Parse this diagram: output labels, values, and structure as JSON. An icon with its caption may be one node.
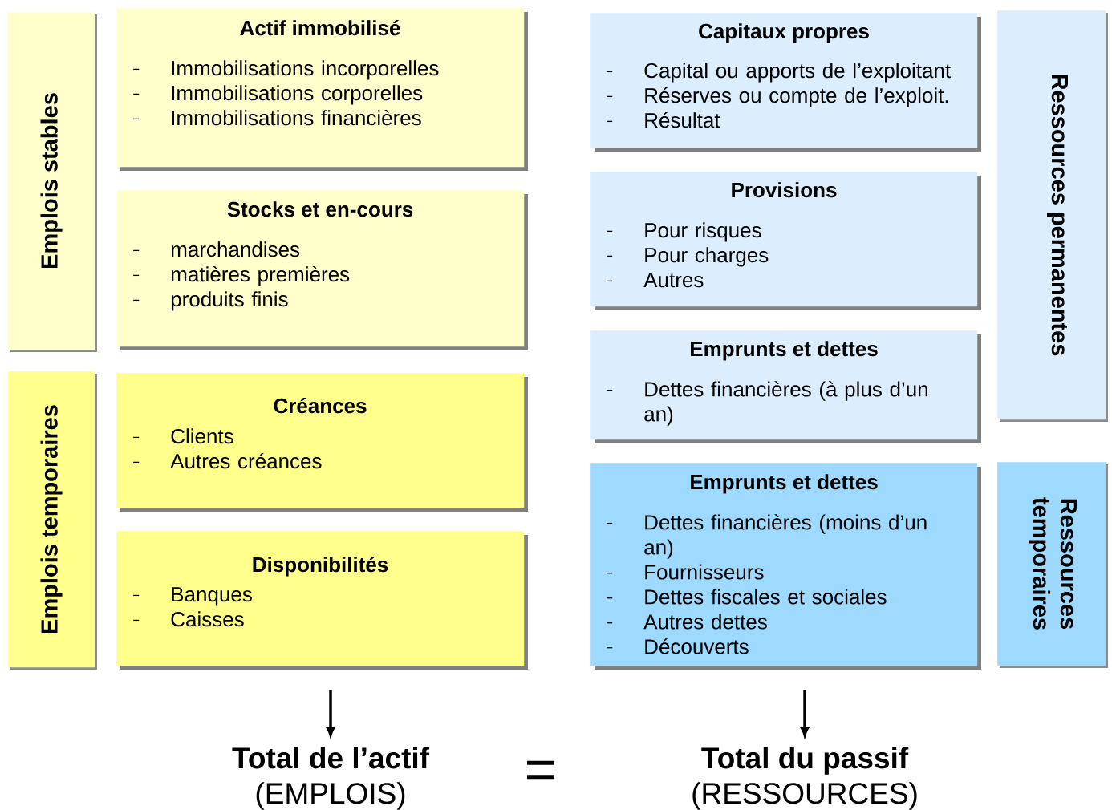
{
  "diagram": {
    "nodes": [
      {
        "text": [
          "Emplois stables"
        ]
      },
      {
        "text": [
          "Actif immobilisé",
          "Immobilisations incorporelles",
          "Immobilisations corporelles",
          "Immobilisations financières"
        ]
      },
      {
        "text": [
          "Stocks et en-cours",
          "marchandises",
          "matières premières",
          "produits finis"
        ]
      },
      {
        "text": [
          "Emplois temporaires"
        ]
      },
      {
        "text": [
          "Créances",
          "Clients",
          "Autres créances"
        ]
      },
      {
        "text": [
          "Disponibilités",
          "Banques",
          "Caisses"
        ]
      },
      {
        "text": [
          "Capitaux propres",
          "Capital ou apports de l’exploitant",
          "Réserves ou compte de l’exploit.",
          "Résultat"
        ]
      },
      {
        "text": [
          "Provisions",
          "Pour risques",
          "Pour charges",
          "Autres"
        ]
      },
      {
        "text": [
          "Emprunts et dettes",
          "Dettes financières (à plus d’un an)"
        ]
      },
      {
        "text": [
          "Ressources permanentes"
        ]
      },
      {
        "text": [
          "Emprunts et dettes",
          "Dettes financières (moins d’un an)",
          "Fournisseurs",
          "Dettes fiscales et sociales",
          "Autres dettes",
          "Découverts"
        ]
      },
      {
        "text": [
          "Ressources temporaires"
        ]
      },
      {
        "text": [
          "Total de l’actif",
          "(EMPLOIS)"
        ]
      },
      {
        "text": [
          "Total du passif",
          "(RESSOURCES)"
        ]
      }
    ],
    "edges": [
      {
        "from": null,
        "to": 12,
        "arrow": "to"
      },
      {
        "from": null,
        "to": 13,
        "arrow": "to"
      }
    ],
    "labels": [
      "="
    ]
  }
}
